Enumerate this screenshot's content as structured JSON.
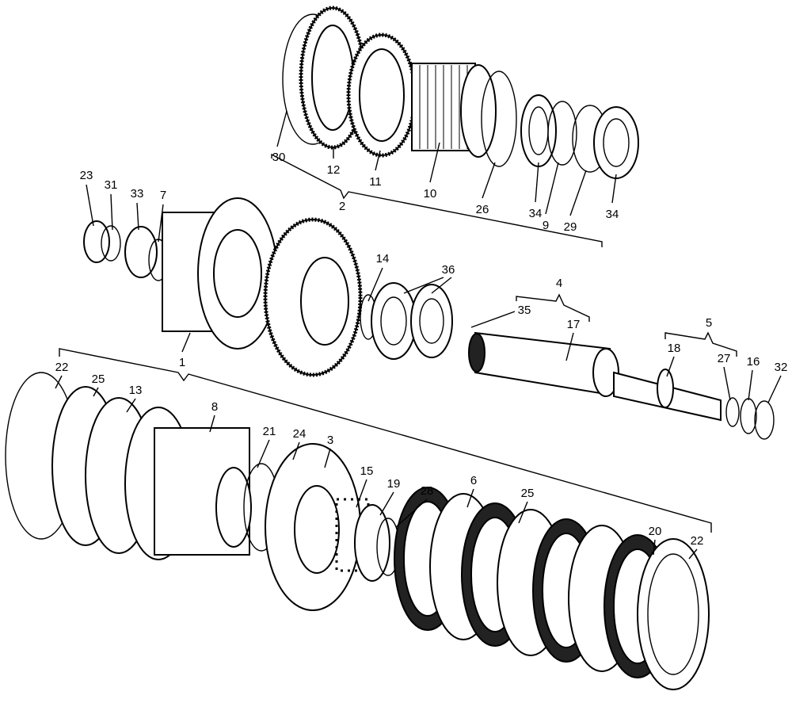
{
  "diagram": {
    "type": "exploded-view",
    "callouts": {
      "upper_group": [
        "30",
        "12",
        "11",
        "10",
        "26",
        "34",
        "9",
        "29",
        "34"
      ],
      "upper_group_brace": "2",
      "middle_left": [
        "23",
        "31",
        "33",
        "7",
        "14",
        "36"
      ],
      "shaft_group_brace": "4",
      "shaft_group": [
        "35",
        "17"
      ],
      "rear_group_brace": "5",
      "rear_group": [
        "18",
        "27",
        "16",
        "32"
      ],
      "lower_group_brace": "1",
      "lower_group": [
        "22",
        "25",
        "13",
        "8",
        "21",
        "24",
        "3",
        "15",
        "19",
        "28",
        "6",
        "25",
        "20",
        "22"
      ]
    }
  }
}
